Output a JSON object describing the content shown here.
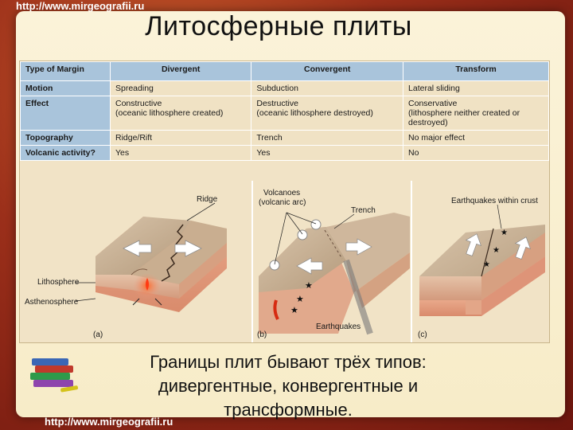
{
  "site_url_top": "http://www.mirgeografii.ru",
  "site_url_bottom": "http://www.mirgeografii.ru",
  "title": "Литосферные плиты",
  "table": {
    "header": [
      "Type of Margin",
      "Divergent",
      "Convergent",
      "Transform"
    ],
    "rows": [
      {
        "label": "Motion",
        "cells": [
          [
            "Spreading"
          ],
          [
            "Subduction"
          ],
          [
            "Lateral sliding"
          ]
        ]
      },
      {
        "label": "Effect",
        "cells": [
          [
            "Constructive",
            "(oceanic lithosphere created)"
          ],
          [
            "Destructive",
            "(oceanic lithosphere destroyed)"
          ],
          [
            "Conservative",
            "(lithosphere neither created or",
            "destroyed)"
          ]
        ]
      },
      {
        "label": "Topography",
        "cells": [
          [
            "Ridge/Rift"
          ],
          [
            "Trench"
          ],
          [
            "No major effect"
          ]
        ]
      },
      {
        "label": "Volcanic activity?",
        "cells": [
          [
            "Yes"
          ],
          [
            "Yes"
          ],
          [
            "No"
          ]
        ]
      }
    ]
  },
  "diagram": {
    "a": {
      "label": "(a)",
      "ridge": "Ridge",
      "lithosphere": "Lithosphere",
      "asthenosphere": "Asthenosphere"
    },
    "b": {
      "label": "(b)",
      "volcanoes_line1": "Volcanoes",
      "volcanoes_line2": "(volcanic arc)",
      "trench": "Trench",
      "earthquakes": "Earthquakes"
    },
    "c": {
      "label": "(c)",
      "earthquakes_within_crust": "Earthquakes within crust"
    }
  },
  "caption": {
    "line1": "Границы плит бывают трёх типов:",
    "line2": "дивергентные, конвергентные и",
    "line3": "трансформные."
  },
  "colors": {
    "frame": "#9b2f1a",
    "panel": "#fbf3d9",
    "table_header": "#a9c4db",
    "crust_top": "#c9b49a",
    "lithosphere": "#d9a58a",
    "asthenosphere": "#e7a98c",
    "magma": "#e23b1b"
  }
}
